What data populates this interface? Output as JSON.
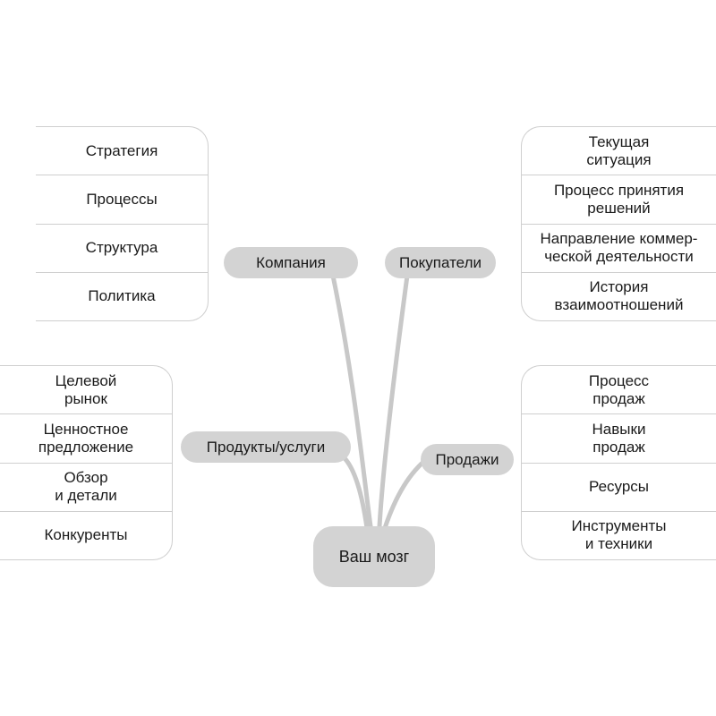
{
  "diagram": {
    "root": {
      "label": "Ваш мозг"
    },
    "branches": {
      "company": {
        "label": "Компания",
        "items": [
          "Стратегия",
          "Процессы",
          "Структура",
          "Политика"
        ]
      },
      "customers": {
        "label": "Покупатели",
        "items": [
          "Текущая\nситуация",
          "Процесс принятия\nрешений",
          "Направление коммер-\nческой деятельности",
          "История\nвзаимоотношений"
        ]
      },
      "products": {
        "label": "Продукты/услуги",
        "items": [
          "Целевой\nрынок",
          "Ценностное\nпредложение",
          "Обзор\nи детали",
          "Конкуренты"
        ]
      },
      "sales": {
        "label": "Продажи",
        "items": [
          "Процесс\nпродаж",
          "Навыки\nпродаж",
          "Ресурсы",
          "Инструменты\nи техники"
        ]
      }
    },
    "colors": {
      "node_fill": "#d3d3d3",
      "link_stroke": "#c8c8c8",
      "panel_border": "#cfcfcf"
    }
  }
}
